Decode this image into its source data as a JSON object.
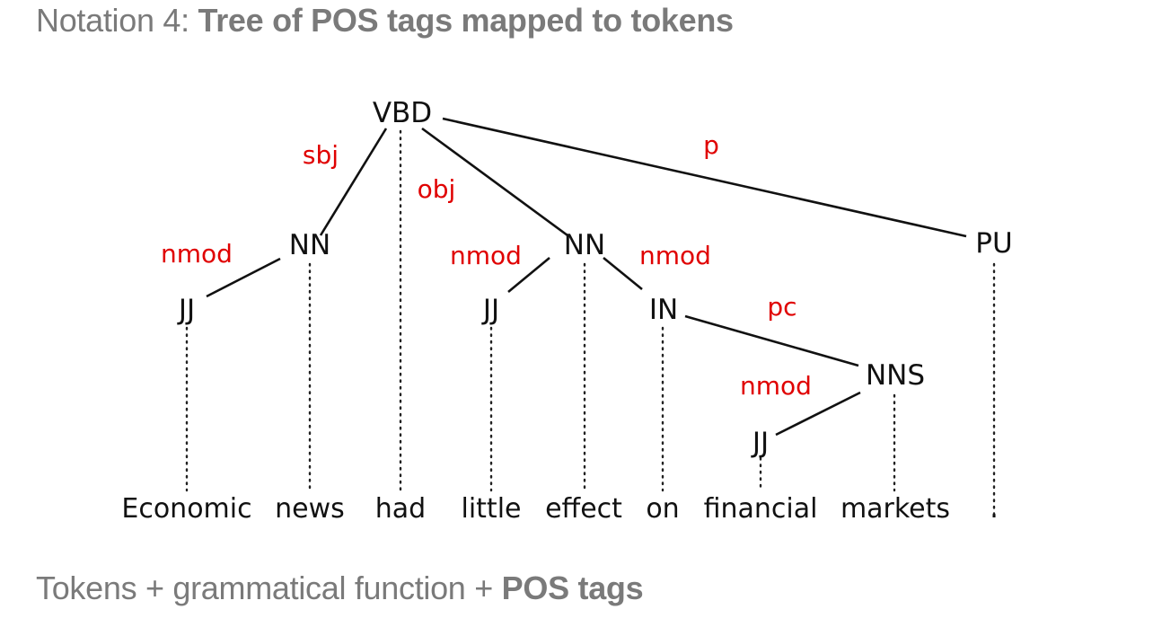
{
  "title": {
    "prefix": "Notation 4: ",
    "bold": "Tree of POS tags mapped to tokens"
  },
  "caption": {
    "prefix": "Tokens + grammatical function + ",
    "bold": "POS tags"
  },
  "tree": {
    "tokens": [
      "Economic",
      "news",
      "had",
      "little",
      "effect",
      "on",
      "financial",
      "markets",
      "."
    ],
    "tags": {
      "vbd": "VBD",
      "nn_news": "NN",
      "jj_economic": "JJ",
      "nn_effect": "NN",
      "jj_little": "JJ",
      "in_on": "IN",
      "nns_markets": "NNS",
      "jj_financial": "JJ",
      "pu": "PU"
    },
    "relations": {
      "sbj": "sbj",
      "obj": "obj",
      "p": "p",
      "nmod_economic": "nmod",
      "nmod_little": "nmod",
      "nmod_on": "nmod",
      "pc": "pc",
      "nmod_financial": "nmod"
    }
  }
}
